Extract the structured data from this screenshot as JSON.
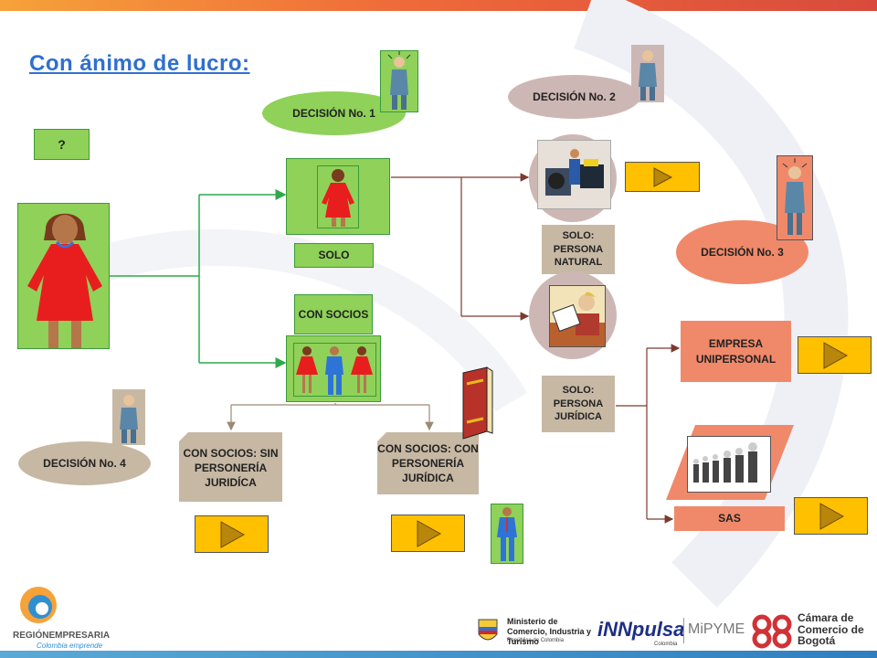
{
  "title": "Con ánimo de lucro:",
  "question": "?",
  "decisions": {
    "d1": "DECISIÓN No. 1",
    "d2": "DECISIÓN No. 2",
    "d3": "DECISIÓN No. 3",
    "d4": "DECISIÓN No. 4"
  },
  "nodes": {
    "solo": "SOLO",
    "con_socios": "CON SOCIOS",
    "solo_persona_natural": "SOLO: PERSONA NATURAL",
    "solo_persona_juridica": "SOLO: PERSONA JURÍDICA",
    "empresa_unipersonal": "EMPRESA UNIPERSONAL",
    "sas": "SAS",
    "con_socios_sin": "CON SOCIOS: SIN PERSONERÍA JURIDÍCA",
    "con_socios_con": "CON SOCIOS: CON PERSONERÍA JURÍDICA"
  },
  "logos": {
    "region_main": "REGIÓNEMPRESARIA",
    "region_sub": "Colombia emprende",
    "ministerio": "Ministerio de Comercio, Industria y Turismo",
    "ministerio_sub": "República de Colombia",
    "innpulsa": "iNNpulsa",
    "innpulsa_sub": "Colombia",
    "mipyme": "MiPYME",
    "camara": "Cámara de Comercio de Bogotá"
  },
  "colors": {
    "title": "#2f6fd0",
    "green": "#8fd159",
    "tan": "#c7b8a4",
    "salmon": "#f0896a",
    "play": "#ffc000"
  }
}
